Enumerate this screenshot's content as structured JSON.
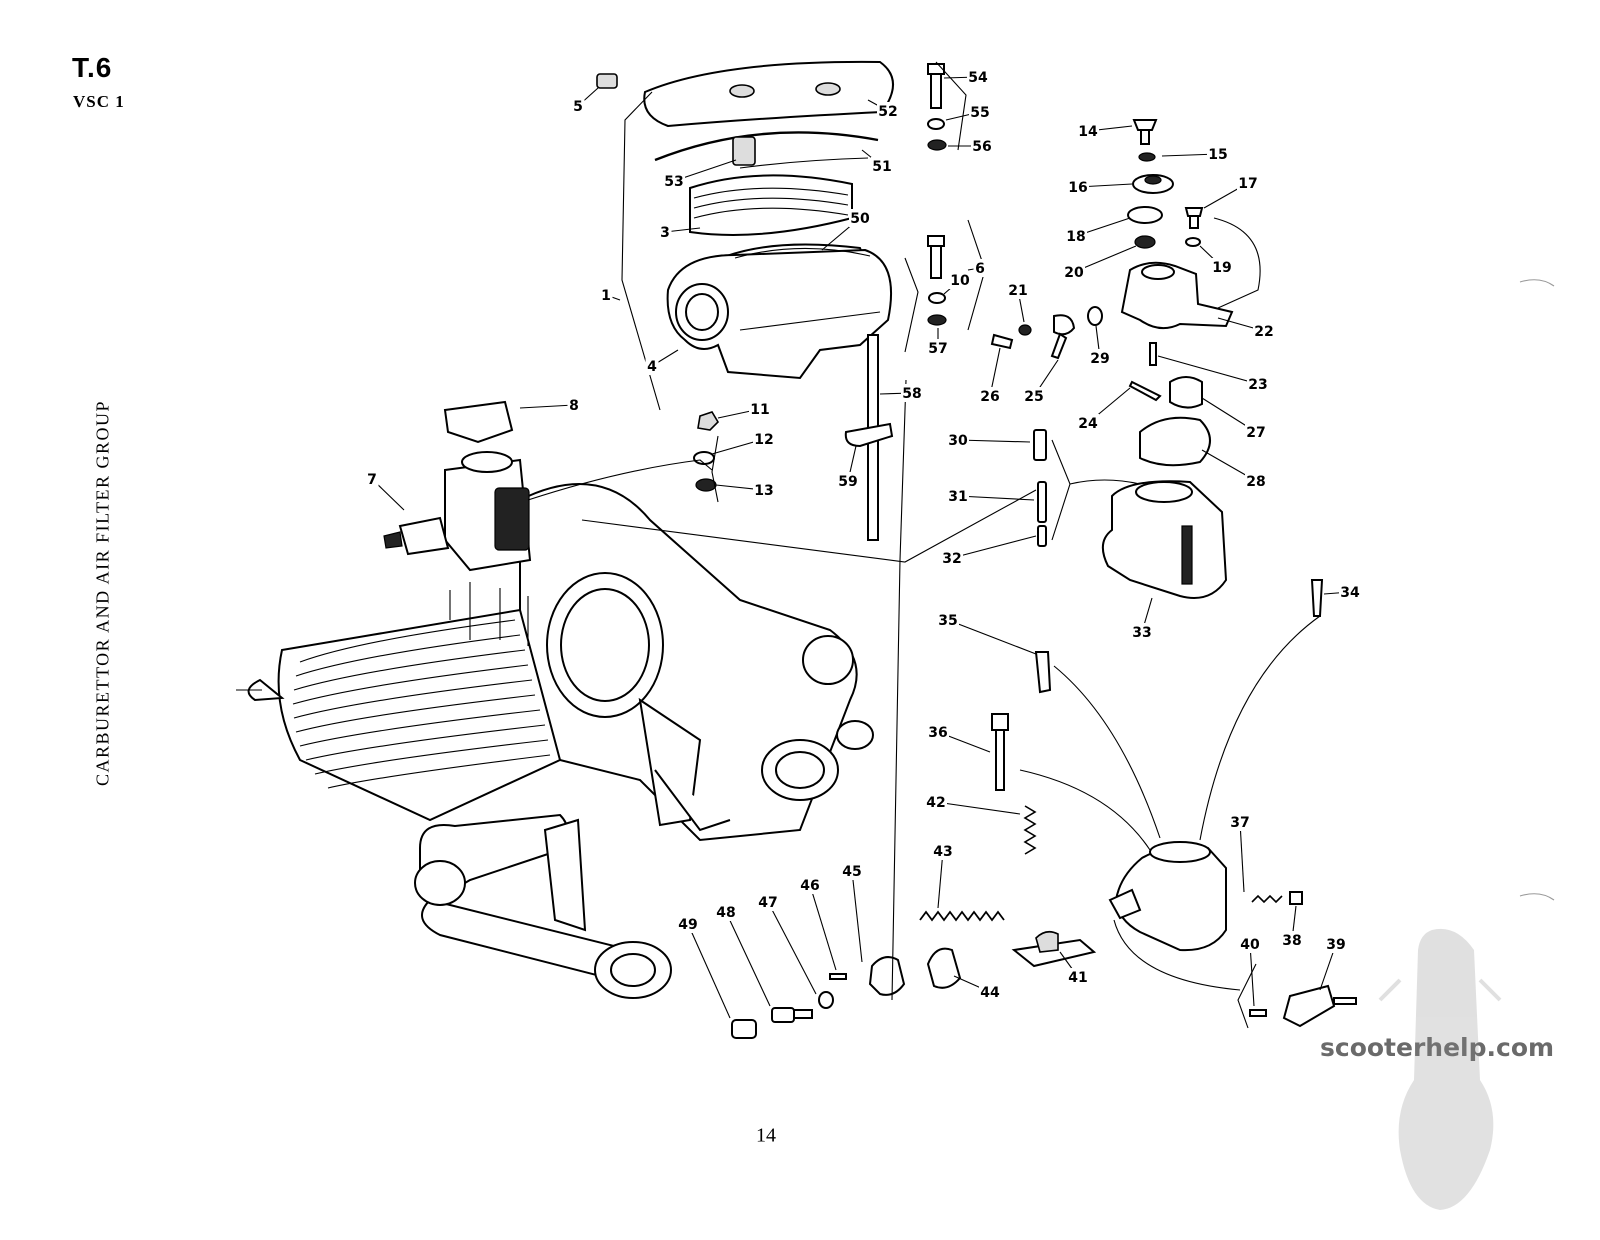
{
  "header": {
    "plate_code": "T.6",
    "model_code": "VSC 1"
  },
  "section_title": "CARBURETTOR AND AIR FILTER GROUP",
  "page_number": "14",
  "watermark": "scooterhelp.com",
  "part_labels": [
    "1",
    "3",
    "4",
    "5",
    "6",
    "7",
    "8",
    "10",
    "11",
    "12",
    "13",
    "14",
    "15",
    "16",
    "17",
    "18",
    "19",
    "20",
    "21",
    "22",
    "23",
    "24",
    "25",
    "26",
    "27",
    "28",
    "29",
    "30",
    "31",
    "32",
    "33",
    "34",
    "35",
    "36",
    "37",
    "38",
    "39",
    "40",
    "41",
    "42",
    "43",
    "44",
    "45",
    "46",
    "47",
    "48",
    "49",
    "50",
    "51",
    "52",
    "53",
    "54",
    "55",
    "56",
    "57",
    "58",
    "59"
  ]
}
